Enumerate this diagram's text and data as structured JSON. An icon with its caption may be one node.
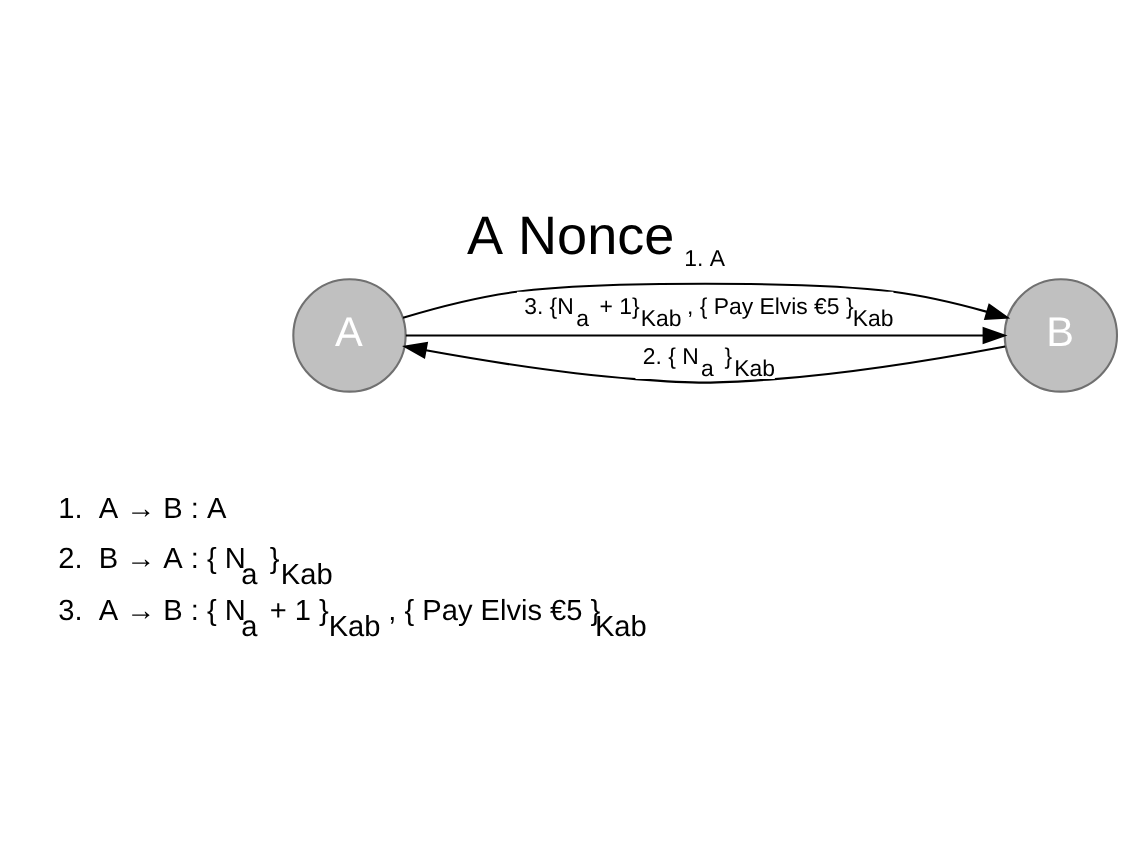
{
  "diagram": {
    "title": "A Nonce",
    "nodes": [
      {
        "text": [
          "A"
        ]
      },
      {
        "text": [
          "B"
        ]
      }
    ],
    "edges": [
      {
        "from": 0,
        "to": 1,
        "arrow": "to",
        "label": "1. A"
      },
      {
        "from": 1,
        "to": 0,
        "arrow": "to",
        "label": "2. { N$_{a}$ }$_{Kab}$"
      },
      {
        "from": 0,
        "to": 1,
        "arrow": "to",
        "label": "3. {N$_{a}$ + 1}$_{Kab}$ , { Pay Elvis €5 }$_{Kab}$"
      }
    ],
    "labels": [
      "1.  A → B : A",
      "2.  B → A : { N$_{a}$ }$_{Kab}$",
      "3.  A → B : { N$_{a}$ + 1 }$_{Kab}$ , { Pay Elvis €5 }$_{Kab}$"
    ]
  }
}
